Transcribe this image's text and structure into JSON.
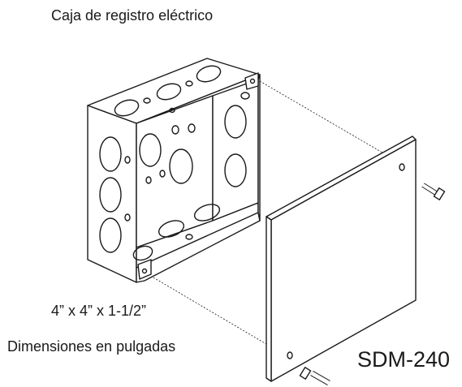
{
  "title": "Caja de registro eléctrico",
  "dimensions": "4” x 4” x 1-1/2”",
  "units_note": "Dimensiones en pulgadas",
  "model": "SDM-240"
}
